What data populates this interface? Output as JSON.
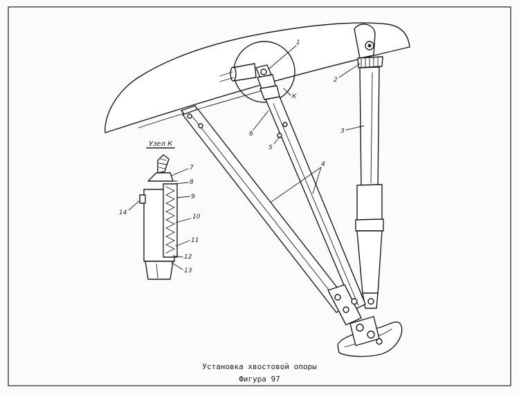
{
  "diagram": {
    "caption": "Установка хвостовой опоры",
    "figure_label": "Фигура 97",
    "detail_title": "Узел К",
    "callout_letter": "К",
    "labels": {
      "p1": "1",
      "p2": "2",
      "p3": "3",
      "p4": "4",
      "p5": "5",
      "p6": "6",
      "p7": "7",
      "p8": "8",
      "p9": "9",
      "p10": "10",
      "p11": "11",
      "p12": "12",
      "p13": "13",
      "p14": "14"
    }
  }
}
